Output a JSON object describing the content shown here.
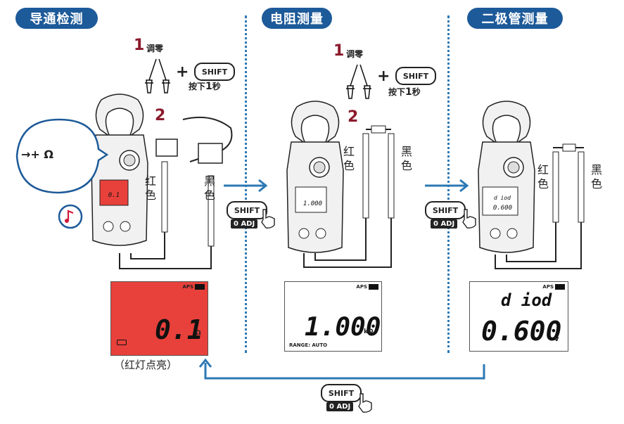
{
  "colors": {
    "header": "#1d5a99",
    "accent": "#2d79b5",
    "step": "#8b1a2b",
    "red_lcd": "#e8413b"
  },
  "headers": [
    "导通检测",
    "电阻测量",
    "二极管测量"
  ],
  "steps": {
    "one": "1",
    "one_label": "调零",
    "press": "按下",
    "press_num": "1",
    "press_unit": "秒",
    "two": "2"
  },
  "keys": {
    "shift": "SHIFT",
    "zero_adj": "0 ADJ"
  },
  "leads": {
    "red_a": "红",
    "red_b": "色",
    "black_a": "黑",
    "black_b": "色"
  },
  "continuity_symbols": "→+ Ω",
  "panels": {
    "continuity": {
      "aps": "APS",
      "value": "0.1",
      "unit": "Ω",
      "mini": "0.1"
    },
    "resistance": {
      "aps": "APS",
      "value": "1.000",
      "unit": "kΩ",
      "range": "RANGE: AUTO",
      "mini": "1.000"
    },
    "diode": {
      "aps": "APS",
      "top": "d iod",
      "value": "0.600",
      "unit": "v",
      "mini_top": "d iod",
      "mini": "0.600"
    }
  },
  "caption": "（红灯点亮）"
}
